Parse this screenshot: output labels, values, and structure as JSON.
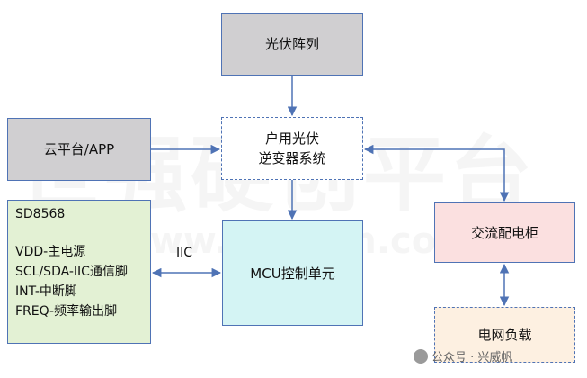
{
  "nodes": {
    "pv_array": "光伏阵列",
    "cloud": "云平台/APP",
    "inverter_line1": "户用光伏",
    "inverter_line2": "逆变器系统",
    "sd_title": "SD8568",
    "sd_pins": [
      "VDD-主电源",
      "SCL/SDA-IIC通信脚",
      "INT-中断脚",
      "FREQ-频率输出脚"
    ],
    "mcu": "MCU控制单元",
    "ac_cabinet": "交流配电柜",
    "grid_load": "电网负载"
  },
  "labels": {
    "iic": "IIC"
  },
  "watermark": {
    "bg_text": "世强硬创平台",
    "bg_url": "www.sekorm.com",
    "wechat_label": "公众号 · 兴威帆"
  },
  "colors": {
    "border": "#4f73b5",
    "gray_fill": "#d0cfd1",
    "green_fill": "#e3f1d4",
    "cyan_fill": "#d4f4f4",
    "pink_fill": "#fbe0e0",
    "peach_fill": "#fdf0e1"
  }
}
